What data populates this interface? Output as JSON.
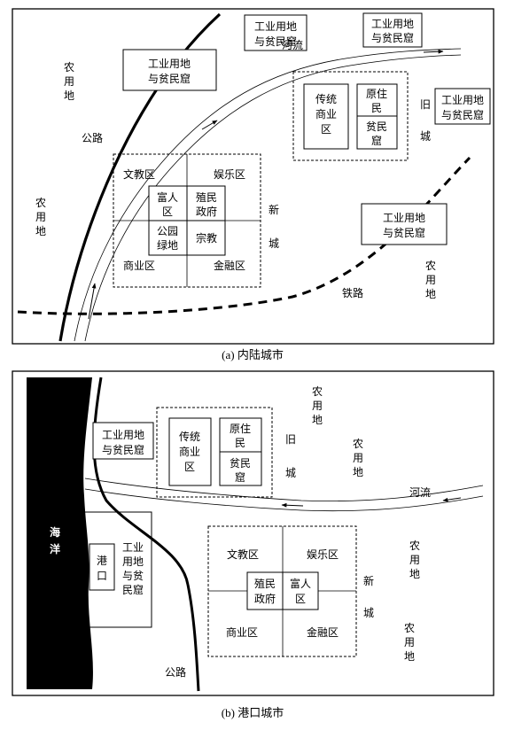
{
  "panel_a": {
    "caption": "(a)  内陆城市",
    "industrial_1": [
      "工业用地",
      "与贫民窟"
    ],
    "industrial_2": [
      "工业用地",
      "与贫民窟"
    ],
    "industrial_3": [
      "工业用地",
      "与贫民窟"
    ],
    "industrial_4": [
      "工业用地",
      "与贫民窟"
    ],
    "industrial_5": [
      "工业用地",
      "与贫民窟"
    ],
    "river": "河流",
    "farmland_1": [
      "农",
      "用",
      "地"
    ],
    "farmland_2": [
      "农",
      "用",
      "地"
    ],
    "farmland_3": [
      "农",
      "用",
      "地"
    ],
    "road": "公路",
    "railway": "铁路",
    "old_city": [
      "旧",
      "城"
    ],
    "new_city": [
      "新",
      "城"
    ],
    "traditional_commerce": [
      "传统",
      "商业",
      "区"
    ],
    "native_residence": [
      "原住",
      "民"
    ],
    "slum": [
      "贫民",
      "窟"
    ],
    "culture_edu": "文教区",
    "entertainment": "娱乐区",
    "rich": [
      "富人",
      "区"
    ],
    "colonial_gov": [
      "殖民",
      "政府"
    ],
    "park": [
      "公园",
      "绿地"
    ],
    "religion": "宗教",
    "commerce": "商业区",
    "finance": "金融区"
  },
  "panel_b": {
    "caption": "(b)  港口城市",
    "ocean": [
      "海",
      "洋"
    ],
    "port": [
      "港",
      "口"
    ],
    "industrial_1": [
      "工业用地",
      "与贫民窟"
    ],
    "industrial_2": [
      "工业",
      "用地",
      "与贫",
      "民窟"
    ],
    "traditional_commerce": [
      "传统",
      "商业",
      "区"
    ],
    "native_residence": [
      "原住",
      "民"
    ],
    "slum": [
      "贫民",
      "窟"
    ],
    "old_city": [
      "旧",
      "城"
    ],
    "river": "河流",
    "farmland_1": [
      "农",
      "用",
      "地"
    ],
    "farmland_2": [
      "农",
      "用",
      "地"
    ],
    "farmland_3": [
      "农",
      "用",
      "地"
    ],
    "farmland_4": [
      "农",
      "用",
      "地"
    ],
    "new_city": [
      "新",
      "城"
    ],
    "culture_edu": "文教区",
    "entertainment": "娱乐区",
    "colonial_gov": [
      "殖民",
      "政府"
    ],
    "rich": [
      "富人",
      "区"
    ],
    "commerce": "商业区",
    "finance": "金融区",
    "road": "公路"
  }
}
